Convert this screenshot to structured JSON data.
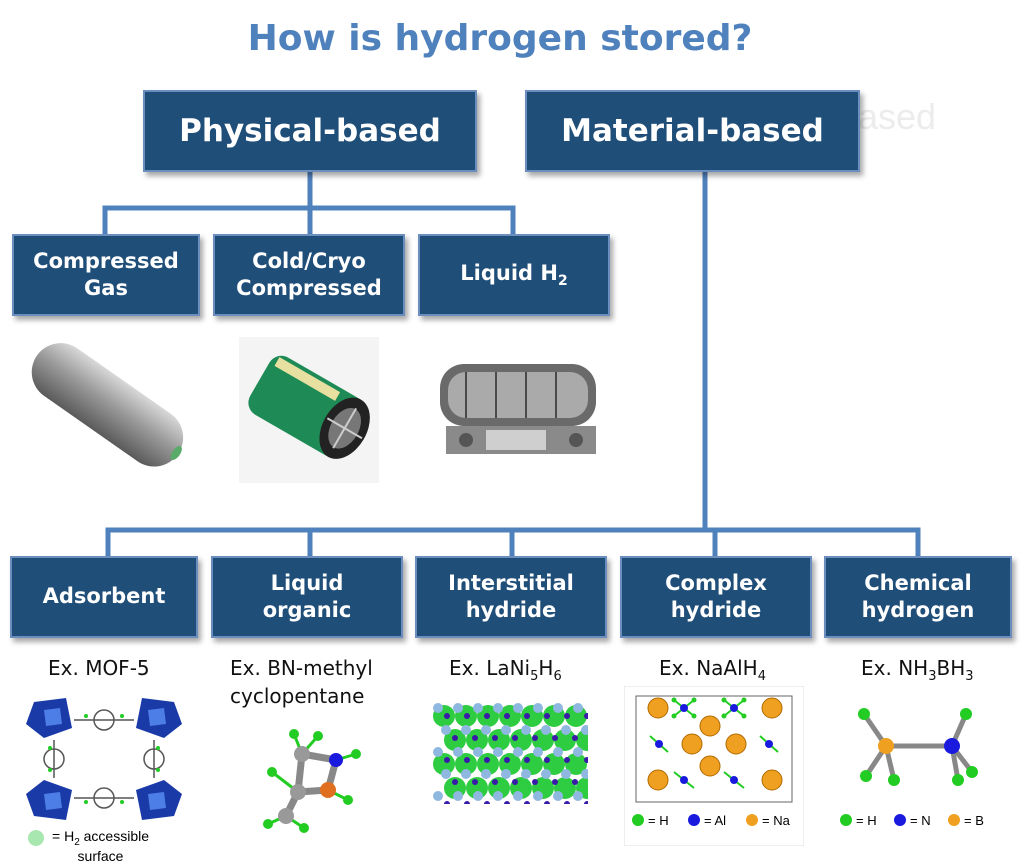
{
  "title": "How is hydrogen stored?",
  "ghost_text": "ased",
  "physical": {
    "label": "Physical-based",
    "children": [
      {
        "line1": "Compressed",
        "line2": "Gas"
      },
      {
        "line1": "Cold/Cryo",
        "line2": "Compressed"
      },
      {
        "line1": "Liquid H",
        "sub": "2"
      }
    ]
  },
  "material": {
    "label": "Material-based",
    "children": [
      {
        "line1": "Adsorbent",
        "ex": "Ex. MOF-5"
      },
      {
        "line1": "Liquid",
        "line2": "organic",
        "ex_line1": "Ex. BN-methyl",
        "ex_line2": "cyclopentane"
      },
      {
        "line1": "Interstitial",
        "line2": "hydride",
        "ex_pre": "Ex. LaNi",
        "ex_s1": "5",
        "ex_mid": "H",
        "ex_s2": "6"
      },
      {
        "line1": "Complex",
        "line2": "hydride",
        "ex_pre": "Ex. NaAlH",
        "ex_s1": "4"
      },
      {
        "line1": "Chemical",
        "line2": "hydrogen",
        "ex_pre": "Ex. NH",
        "ex_s1": "3",
        "ex_mid": "BH",
        "ex_s2": "3"
      }
    ]
  },
  "legends": {
    "mof": {
      "prefix": "= H",
      "sub": "2",
      "rest": " accessible",
      "line2": "surface"
    },
    "complex": [
      "= H",
      "= Al",
      "= Na"
    ],
    "chemical": [
      "= H",
      "= N",
      "= B"
    ]
  },
  "colors": {
    "box": "#1f4e79",
    "box_border": "#6c8ebf",
    "connector": "#4f81bd",
    "title": "#4f81bd",
    "hydrogen": "#22cc22",
    "aluminum": "#1a1adf",
    "sodium": "#f0a020",
    "nitrogen": "#1a1adf",
    "boron": "#f0a020"
  }
}
